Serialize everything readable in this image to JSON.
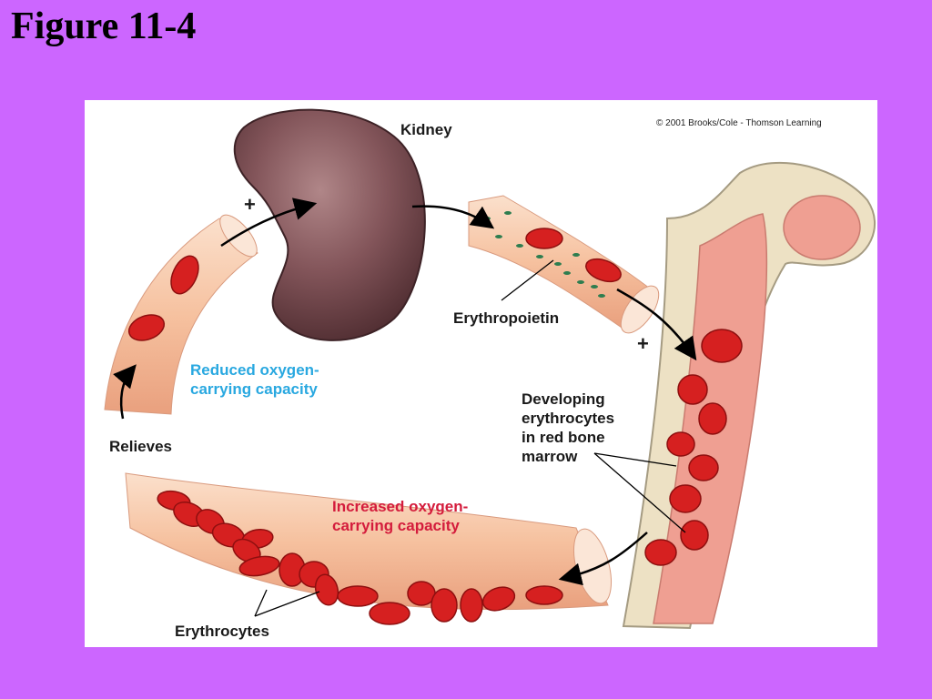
{
  "slide": {
    "title": "Figure 11-4"
  },
  "figure": {
    "copyright": "© 2001 Brooks/Cole - Thomson Learning",
    "labels": {
      "kidney": "Kidney",
      "erythropoietin": "Erythropoietin",
      "plus_top": "+",
      "plus_bone": "+",
      "reduced": "Reduced oxygen-\ncarrying capacity",
      "relieves": "Relieves",
      "developing": "Developing\nerythrocytes\nin red bone\nmarrow",
      "increased": "Increased oxygen-\ncarrying capacity",
      "erythrocytes": "Erythrocytes"
    },
    "colors": {
      "background": "#cc66ff",
      "reduced_text": "#29a8e0",
      "increased_text": "#d41c3c",
      "vessel": "#f7c8a8",
      "kidney": "#7a4a4c",
      "rbc": "#d62020",
      "bone": "#ede1c4",
      "marrow": "#ef9f92",
      "erythropoietin_dots": "#2e7d4f"
    }
  }
}
